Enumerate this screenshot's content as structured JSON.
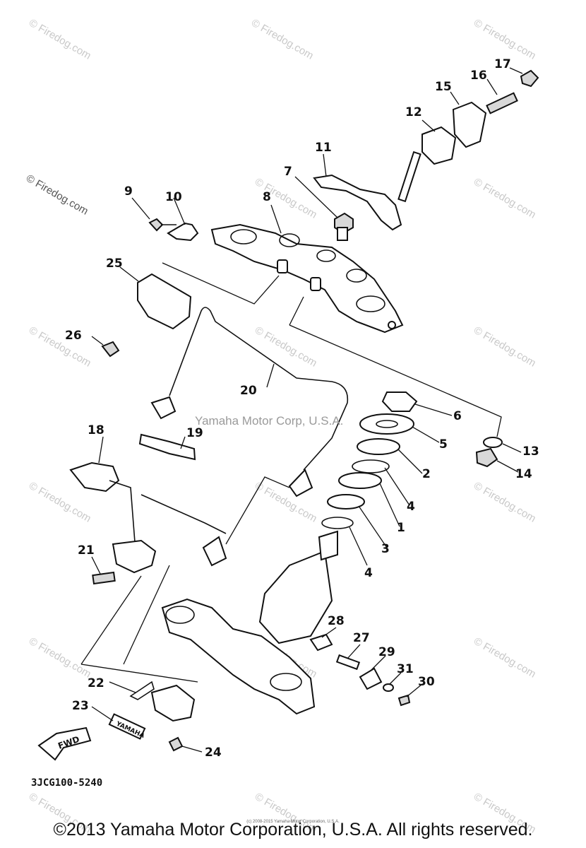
{
  "diagram": {
    "callouts": [
      "1",
      "2",
      "3",
      "4",
      "4",
      "5",
      "6",
      "7",
      "8",
      "9",
      "10",
      "11",
      "12",
      "13",
      "14",
      "15",
      "16",
      "17",
      "18",
      "19",
      "20",
      "21",
      "22",
      "23",
      "24",
      "25",
      "26",
      "27",
      "28",
      "29",
      "30",
      "31"
    ],
    "center_watermark": "Yamaha Motor Corp, U.S.A.",
    "side_watermark": "© Firedog.com",
    "tile_watermark": "© Firedog.com",
    "fwd_label": "FWD",
    "yamaha_badge": "YAMAHA",
    "part_code": "3JCG100-5240",
    "fine_print": "(c) 2008-2015 Yamaha Motor Corporation, U.S.A.",
    "copyright": "©2013 Yamaha Motor Corporation, U.S.A. All rights reserved."
  }
}
